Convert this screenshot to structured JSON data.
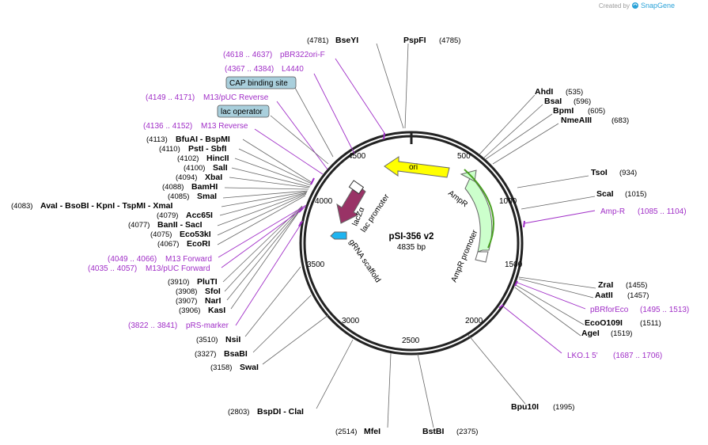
{
  "credit": {
    "created_by": "Created by",
    "brand": "SnapGene"
  },
  "plasmid": {
    "name": "pSI-356 v2",
    "size": "4835 bp",
    "length": 4835
  },
  "ticks": [
    "500",
    "1000",
    "1500",
    "2000",
    "2500",
    "3000",
    "3500",
    "4000",
    "4500"
  ],
  "sites": [
    {
      "name": "BseYI",
      "pos": "(4781)"
    },
    {
      "name": "PspFI",
      "pos": "(4785)"
    },
    {
      "name": "AhdI",
      "pos": "(535)"
    },
    {
      "name": "BsaI",
      "pos": "(596)"
    },
    {
      "name": "BpmI",
      "pos": "(605)"
    },
    {
      "name": "NmeAIII",
      "pos": "(683)"
    },
    {
      "name": "TsoI",
      "pos": "(934)"
    },
    {
      "name": "ScaI",
      "pos": "(1015)"
    },
    {
      "name": "ZraI",
      "pos": "(1455)"
    },
    {
      "name": "AatII",
      "pos": "(1457)"
    },
    {
      "name": "EcoO109I",
      "pos": "(1511)"
    },
    {
      "name": "AgeI",
      "pos": "(1519)"
    },
    {
      "name": "Bpu10I",
      "pos": "(1995)"
    },
    {
      "name": "BstBI",
      "pos": "(2375)"
    },
    {
      "name": "MfeI",
      "pos": "(2514)"
    },
    {
      "name": "BspDI - ClaI",
      "pos": "(2803)"
    },
    {
      "name": "SwaI",
      "pos": "(3158)"
    },
    {
      "name": "BsaBI",
      "pos": "(3327)"
    },
    {
      "name": "NsiI",
      "pos": "(3510)"
    },
    {
      "name": "KasI",
      "pos": "(3906)"
    },
    {
      "name": "NarI",
      "pos": "(3907)"
    },
    {
      "name": "SfoI",
      "pos": "(3908)"
    },
    {
      "name": "PluTI",
      "pos": "(3910)"
    },
    {
      "name": "EcoRI",
      "pos": "(4067)"
    },
    {
      "name": "Eco53kI",
      "pos": "(4075)"
    },
    {
      "name": "BanII - SacI",
      "pos": "(4077)"
    },
    {
      "name": "Acc65I",
      "pos": "(4079)"
    },
    {
      "name": "AvaI - BsoBI - KpnI - TspMI - XmaI",
      "pos": "(4083)"
    },
    {
      "name": "SmaI",
      "pos": "(4085)"
    },
    {
      "name": "BamHI",
      "pos": "(4088)"
    },
    {
      "name": "XbaI",
      "pos": "(4094)"
    },
    {
      "name": "SalI",
      "pos": "(4100)"
    },
    {
      "name": "HincII",
      "pos": "(4102)"
    },
    {
      "name": "PstI - SbfI",
      "pos": "(4110)"
    },
    {
      "name": "BfuAI - BspMI",
      "pos": "(4113)"
    }
  ],
  "primers": [
    {
      "name": "pBR322ori-F",
      "range": "(4618 .. 4637)"
    },
    {
      "name": "L4440",
      "range": "(4367 .. 4384)"
    },
    {
      "name": "M13/pUC Reverse",
      "range": "(4149 .. 4171)"
    },
    {
      "name": "M13 Reverse",
      "range": "(4136 .. 4152)"
    },
    {
      "name": "Amp-R",
      "range": "(1085 .. 1104)"
    },
    {
      "name": "pBRforEco",
      "range": "(1495 .. 1513)"
    },
    {
      "name": "LKO.1 5'",
      "range": "(1687 .. 1706)"
    },
    {
      "name": "M13 Forward",
      "range": "(4049 .. 4066)"
    },
    {
      "name": "M13/pUC Forward",
      "range": "(4035 .. 4057)"
    },
    {
      "name": "pRS-marker",
      "range": "(3822 .. 3841)"
    }
  ],
  "boxed_features": [
    {
      "name": "CAP binding site"
    },
    {
      "name": "lac operator"
    }
  ],
  "features": [
    {
      "name": "ori",
      "color": "#ffff00"
    },
    {
      "name": "AmpR",
      "color": "#ccffcc"
    },
    {
      "name": "AmpR promoter",
      "color": "#ffffff"
    },
    {
      "name": "lac promoter",
      "color": "#ffffff"
    },
    {
      "name": "lacZα",
      "color": "#993366"
    },
    {
      "name": "gRNA scaffold",
      "color": "#1eb4f0"
    }
  ],
  "colors": {
    "primer": "#a02ec7",
    "box_fill": "#a9cfdc",
    "line": "#666666"
  }
}
